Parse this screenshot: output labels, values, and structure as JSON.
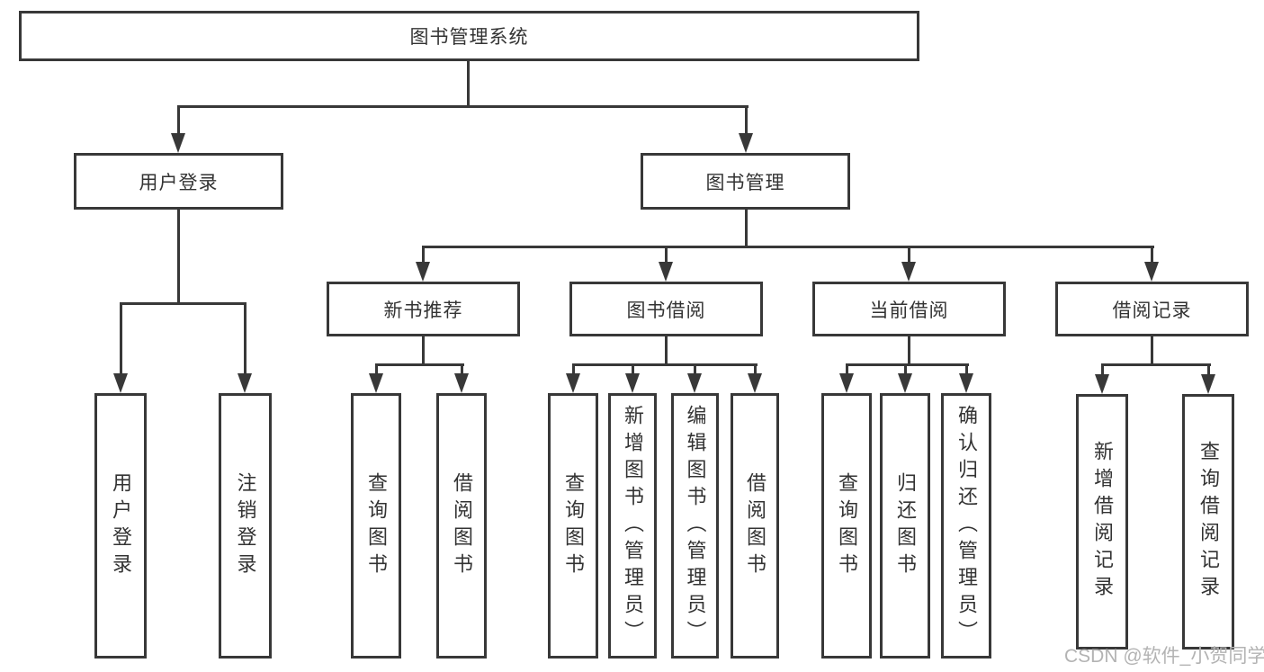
{
  "tree": {
    "root": {
      "label": "图书管理系统",
      "children": [
        {
          "label": "用户登录",
          "children": [
            {
              "label": "用户登录"
            },
            {
              "label": "注销登录"
            }
          ]
        },
        {
          "label": "图书管理",
          "children": [
            {
              "label": "新书推荐",
              "children": [
                {
                  "label": "查询图书"
                },
                {
                  "label": "借阅图书"
                }
              ]
            },
            {
              "label": "图书借阅",
              "children": [
                {
                  "label": "查询图书"
                },
                {
                  "label": "新增图书（管理员）"
                },
                {
                  "label": "编辑图书（管理员）"
                },
                {
                  "label": "借阅图书"
                }
              ]
            },
            {
              "label": "当前借阅",
              "children": [
                {
                  "label": "查询图书"
                },
                {
                  "label": "归还图书"
                },
                {
                  "label": "确认归还（管理员）"
                }
              ]
            },
            {
              "label": "借阅记录",
              "children": [
                {
                  "label": "新增借阅记录"
                },
                {
                  "label": "查询借阅记录"
                }
              ]
            }
          ]
        }
      ]
    }
  },
  "watermark": {
    "text": "CSDN @软件_小贺同学"
  },
  "colors": {
    "line": "#383838",
    "box_border": "#383838",
    "text": "#333333",
    "watermark": "#b3b3b3",
    "background": "#ffffff"
  }
}
